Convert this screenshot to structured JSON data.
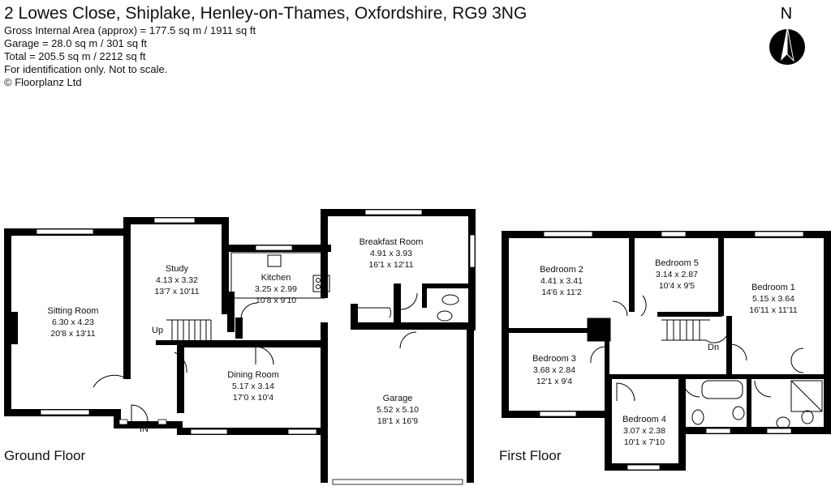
{
  "header": {
    "title": "2 Lowes Close, Shiplake, Henley-on-Thames, Oxfordshire, RG9 3NG",
    "lines": [
      "Gross Internal Area (approx) = 177.5 sq m / 1911 sq ft",
      "Garage = 28.0 sq m / 301 sq ft",
      "Total = 205.5 sq m / 2212 sq ft",
      "For identification only. Not to scale.",
      "© Floorplanz Ltd"
    ]
  },
  "compass": {
    "label": "N"
  },
  "ground_floor": {
    "label": "Ground Floor",
    "up_label": "Up",
    "in_label": "IN",
    "rooms": {
      "sitting": {
        "name": "Sitting Room",
        "metric": "6.30 x 4.23",
        "imperial": "20'8 x 13'11"
      },
      "study": {
        "name": "Study",
        "metric": "4.13 x 3.32",
        "imperial": "13'7 x 10'11"
      },
      "kitchen": {
        "name": "Kitchen",
        "metric": "3.25 x 2.99",
        "imperial": "10'8 x 9'10"
      },
      "breakfast": {
        "name": "Breakfast Room",
        "metric": "4.91 x 3.93",
        "imperial": "16'1 x 12'11"
      },
      "dining": {
        "name": "Dining Room",
        "metric": "5.17 x 3.14",
        "imperial": "17'0 x 10'4"
      },
      "garage": {
        "name": "Garage",
        "metric": "5.52 x 5.10",
        "imperial": "18'1 x 16'9"
      }
    }
  },
  "first_floor": {
    "label": "First Floor",
    "dn_label": "Dn",
    "rooms": {
      "bed2": {
        "name": "Bedroom 2",
        "metric": "4.41 x 3.41",
        "imperial": "14'6 x 11'2"
      },
      "bed5": {
        "name": "Bedroom 5",
        "metric": "3.14 x 2.87",
        "imperial": "10'4 x 9'5"
      },
      "bed1": {
        "name": "Bedroom 1",
        "metric": "5.15 x 3.64",
        "imperial": "16'11 x 11'11"
      },
      "bed3": {
        "name": "Bedroom 3",
        "metric": "3.68 x 2.84",
        "imperial": "12'1 x 9'4"
      },
      "bed4": {
        "name": "Bedroom 4",
        "metric": "3.07 x 2.38",
        "imperial": "10'1 x 7'10"
      }
    }
  }
}
